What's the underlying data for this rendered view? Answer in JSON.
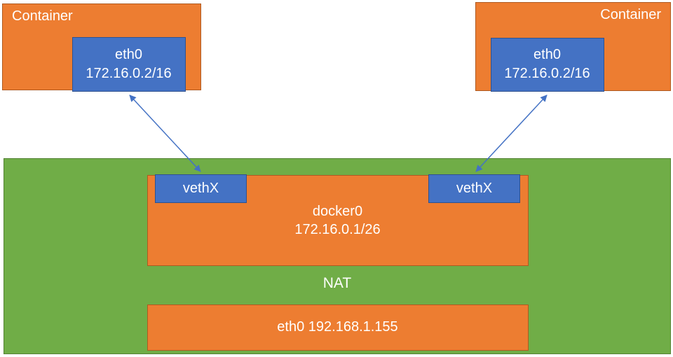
{
  "colors": {
    "orange": "#ED7D31",
    "orange_border": "#AE5A21",
    "blue": "#4472C4",
    "blue_border": "#2F528F",
    "green": "#70AD47",
    "green_border": "#548235",
    "text": "#FFFFFF",
    "arrow": "#4472C4"
  },
  "containers": [
    {
      "label": "Container",
      "iface": {
        "name": "eth0",
        "address": "172.16.0.2/16"
      }
    },
    {
      "label": "Container",
      "iface": {
        "name": "eth0",
        "address": "172.16.0.2/16"
      }
    }
  ],
  "host": {
    "bridge": {
      "name": "docker0",
      "address": "172.16.0.1/26",
      "veths": [
        {
          "label": "vethX"
        },
        {
          "label": "vethX"
        }
      ]
    },
    "nat_label": "NAT",
    "external_interface": {
      "label": "eth0 192.168.1.155"
    }
  }
}
